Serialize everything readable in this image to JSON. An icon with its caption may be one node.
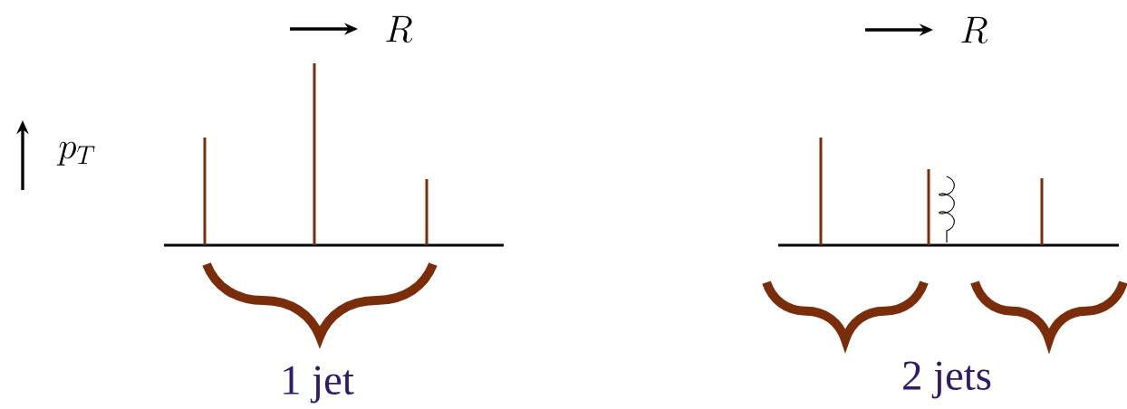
{
  "diagram": {
    "labels": [
      "R",
      "R",
      "p_T",
      "1 jet",
      "2 jets"
    ]
  }
}
